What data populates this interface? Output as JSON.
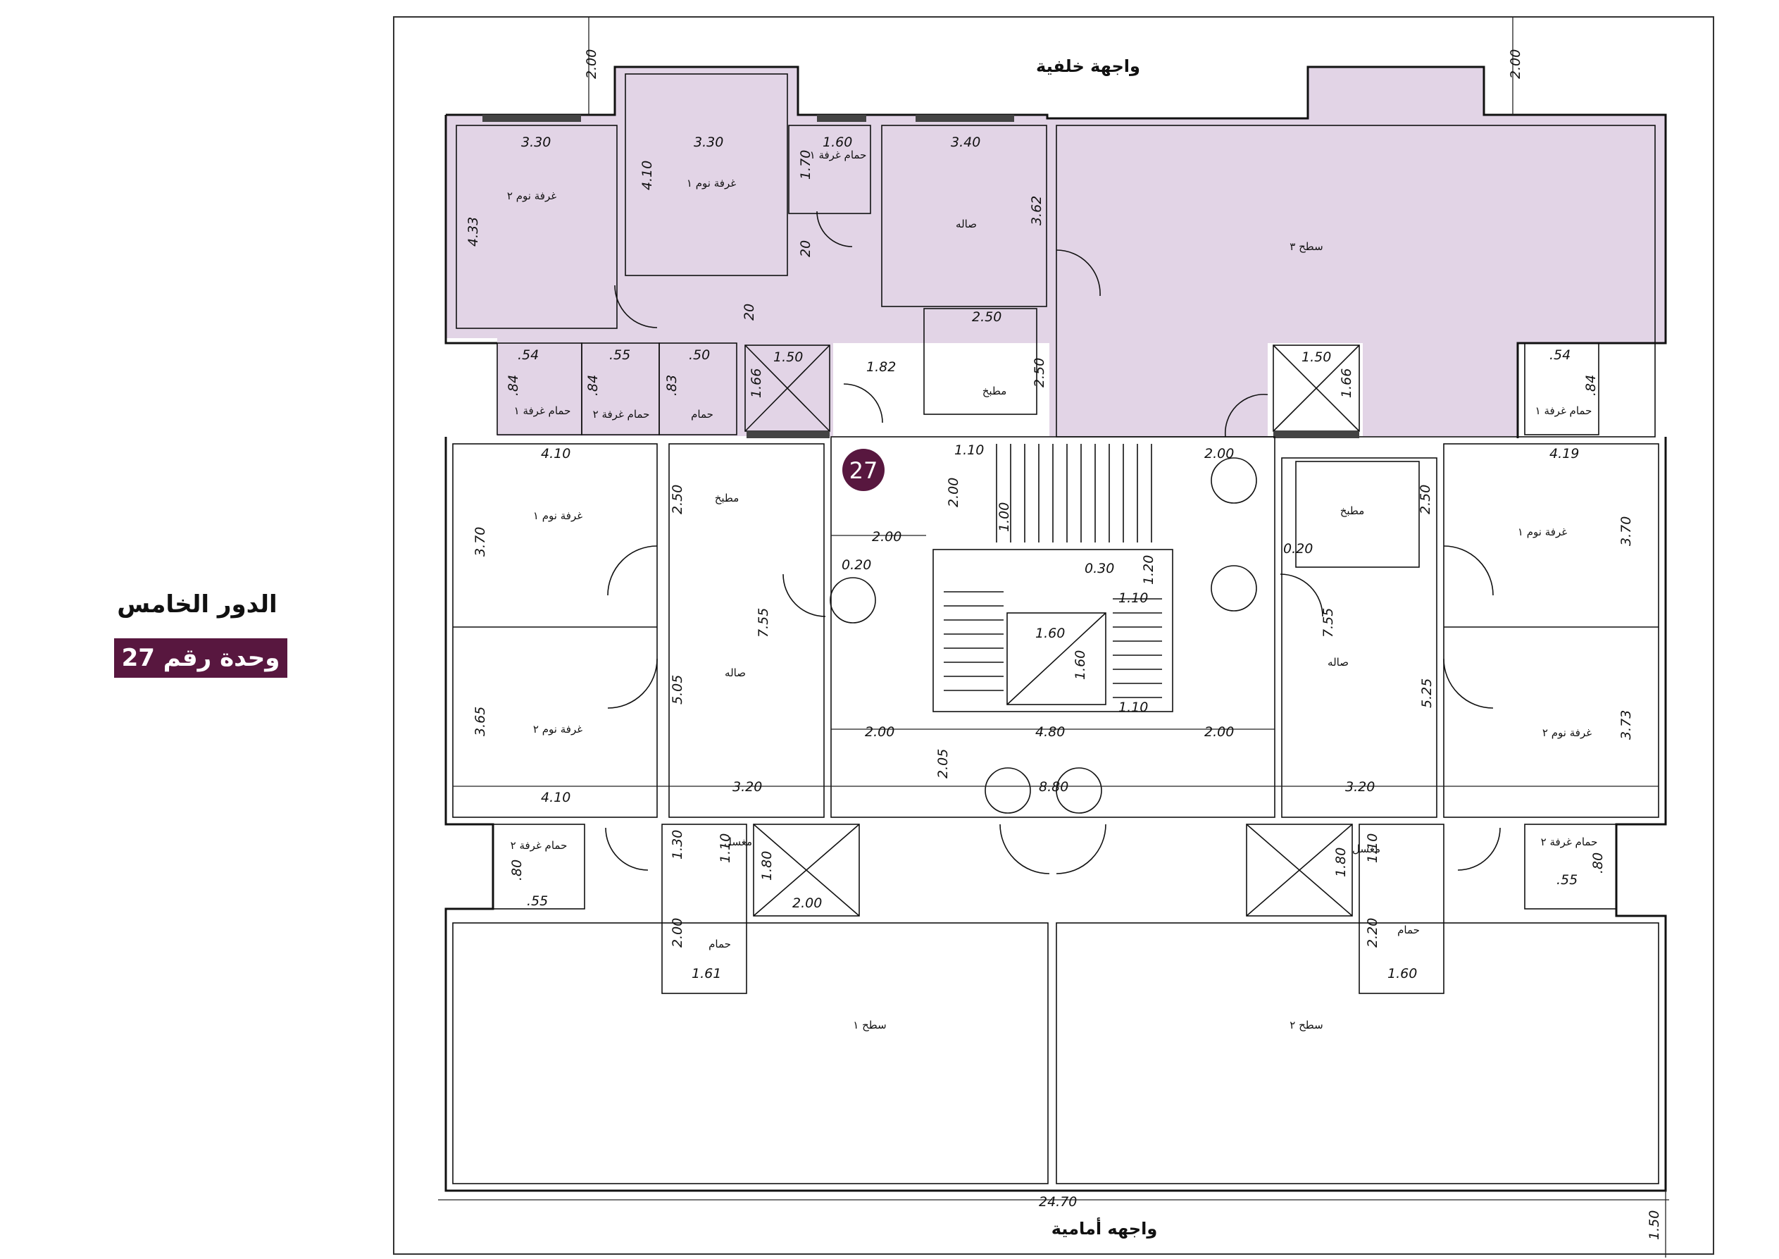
{
  "sidebar": {
    "floor": "الدور الخامس",
    "unit": "وحدة رقم 27"
  },
  "marker": {
    "number": "27",
    "color": "#58173f"
  },
  "highlight_color": "#e2d4e6",
  "facades": {
    "rear": "واجهة خلفية",
    "front": "واجهه أمامية"
  },
  "rooms": {
    "bed2_top": "غرفة نوم ٢",
    "bed1_top": "غرفة نوم ١",
    "bath_bed1_top": "حمام غرفة ١",
    "hall_top": "صاله",
    "roof3": "سطح ٣",
    "kitchen_top": "مطبخ",
    "bath_bed1_small": "حمام غرفة ١",
    "bath_bed2_small": "حمام غرفة ٢",
    "bath_small": "حمام",
    "bath_right_top": "حمام غرفة ١",
    "kitchen_left": "مطبخ",
    "bed1_left": "غرفة نوم ١",
    "hall_left": "صاله",
    "bed2_left": "غرفة نوم ٢",
    "bath_left_bottom": "حمام غرفة ٢",
    "laundry_left": "مغسل",
    "bath_left": "حمام",
    "roof1": "سطح ١",
    "kitchen_right": "مطبخ",
    "bed1_right": "غرفة نوم ١",
    "hall_right": "صاله",
    "bed2_right": "غرفة نوم ٢",
    "bath_right_bottom": "حمام غرفة ٢",
    "laundry_right": "مغسل",
    "bath_right": "حمام",
    "roof2": "سطح ٢"
  },
  "dims": {
    "d_2_00_l": "2.00",
    "d_2_00_r": "2.00",
    "d_3_30_a": "3.30",
    "d_3_30_b": "3.30",
    "d_1_60": "1.60",
    "d_3_40": "3.40",
    "d_4_10_v": "4.10",
    "d_1_70": "1.70",
    "d_20_a": "20",
    "d_20_b": "20",
    "d_4_33": "4.33",
    "d_3_62": "3.62",
    "d_2_50_h": "2.50",
    "d_2_50_v": "2.50",
    "d_1_50_a": "1.50",
    "d_1_66_a": "1.66",
    "d_1_82": "1.82",
    "d_1_50_b": "1.50",
    "d_1_66_b": "1.66",
    "d_54_a": ".54",
    "d_55_a": ".55",
    "d_50": ".50",
    "d_84_a": ".84",
    "d_84_b": ".84",
    "d_83": ".83",
    "d_54_b": ".54",
    "d_84_c": ".84",
    "d_1_10_a": "1.10",
    "d_2_00_c": "2.00",
    "d_1_00": "1.00",
    "d_2_00_d": "2.00",
    "d_0_30": "0.30",
    "d_1_20": "1.20",
    "d_1_10_b": "1.10",
    "d_1_60_a": "1.60",
    "d_1_60_b": "1.60",
    "d_1_10_c": "1.10",
    "d_4_10_a": "4.10",
    "d_3_70_l": "3.70",
    "d_2_50_l": "2.50",
    "d_2_00_e": "2.00",
    "d_0_20_l": "0.20",
    "d_7_55_l": "7.55",
    "d_5_05": "5.05",
    "d_3_65": "3.65",
    "d_4_10_b": "4.10",
    "d_2_00_f": "2.00",
    "d_4_80": "4.80",
    "d_2_00_g": "2.00",
    "d_2_05": "2.05",
    "d_3_20_l": "3.20",
    "d_8_80": "8.80",
    "d_3_20_r": "3.20",
    "d_4_19": "4.19",
    "d_2_50_r": "2.50",
    "d_0_20_r": "0.20",
    "d_3_70_r": "3.70",
    "d_7_55_r": "7.55",
    "d_5_25": "5.25",
    "d_3_73": "3.73",
    "d_1_30": "1.30",
    "d_1_10_d": "1.10",
    "d_1_80_l": "1.80",
    "d_2_00_h": "2.00",
    "d_2_00_i": "2.00",
    "d_1_61": "1.61",
    "d_80_l": ".80",
    "d_55_b": ".55",
    "d_1_80_r": "1.80",
    "d_1_10_e": "1.10",
    "d_2_20": "2.20",
    "d_1_60_c": "1.60",
    "d_80_r": ".80",
    "d_55_c": ".55",
    "d_24_70": "24.70",
    "d_1_50_c": "1.50"
  }
}
